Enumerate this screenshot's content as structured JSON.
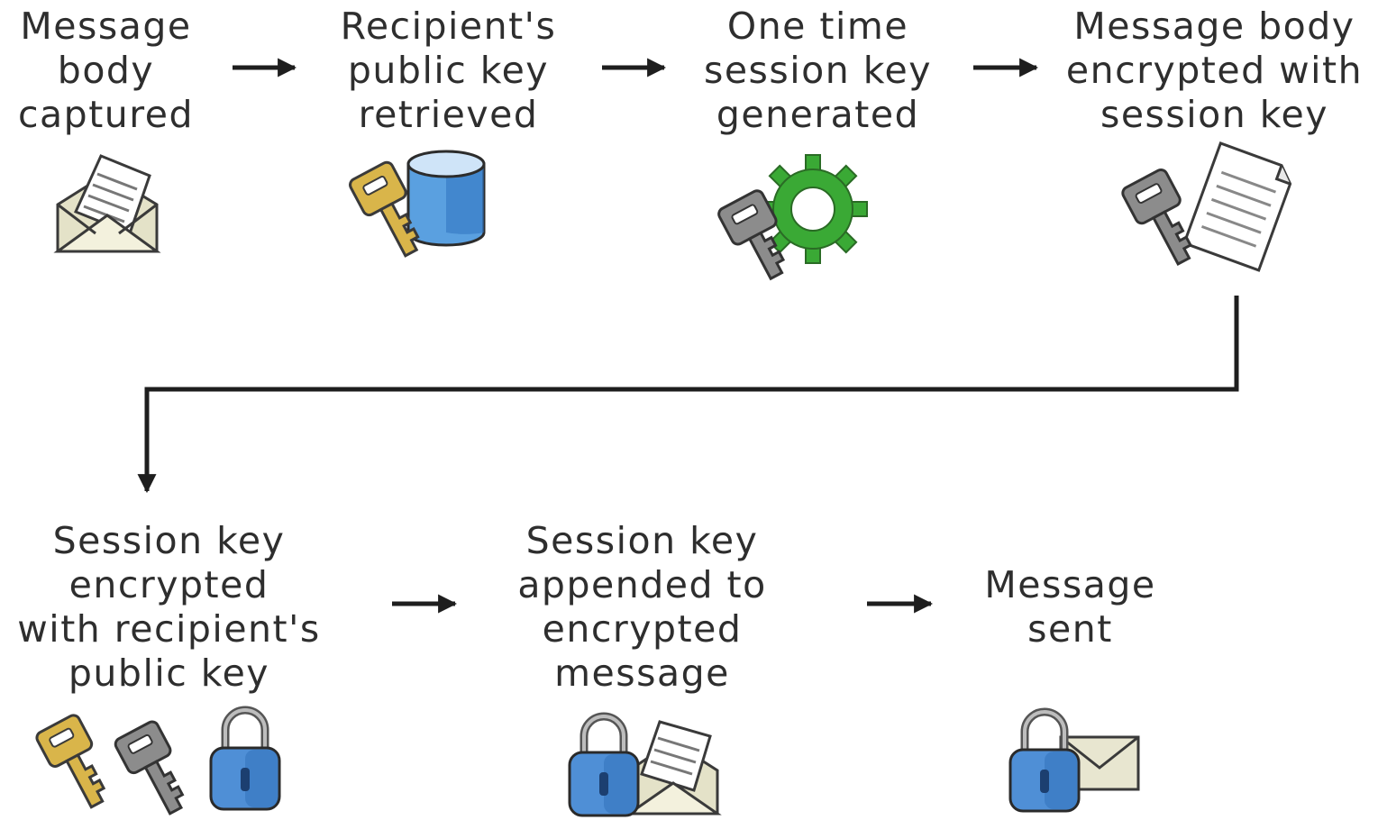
{
  "steps": [
    {
      "label": "Message\nbody\ncaptured",
      "icon": "envelope-document-icon"
    },
    {
      "label": "Recipient's\npublic key\nretrieved",
      "icon": "key-database-icon"
    },
    {
      "label": "One time\nsession key\ngenerated",
      "icon": "key-gear-icon"
    },
    {
      "label": "Message body\nencrypted with\nsession key",
      "icon": "key-document-icon"
    },
    {
      "label": "Session key\nencrypted\nwith recipient's\npublic key",
      "icon": "keys-padlock-icon"
    },
    {
      "label": "Session key\nappended to\nencrypted\nmessage",
      "icon": "padlock-envelope-document-icon"
    },
    {
      "label": "Message\nsent",
      "icon": "padlock-envelope-icon"
    }
  ],
  "colors": {
    "text": "#2e2e2e",
    "arrow": "#1e1e1e",
    "gold_key": "#d9b54a",
    "gray_key": "#8c8c8c",
    "database": "#5aa0e0",
    "gear": "#3aa935",
    "padlock": "#4f8fd6",
    "envelope": "#ecebd8"
  }
}
